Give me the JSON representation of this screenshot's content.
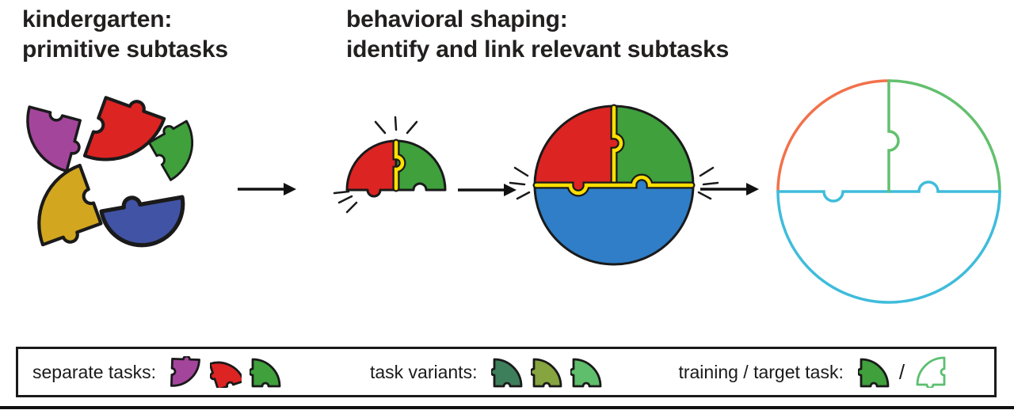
{
  "figure": {
    "heading_left_line1": "kindergarten:",
    "heading_left_line2": "primitive subtasks",
    "heading_right_line1": "behavioral shaping:",
    "heading_right_line2": "identify and link relevant subtasks"
  },
  "legend": {
    "separate_tasks_label": "separate tasks:",
    "task_variants_label": "task variants:",
    "training_target_label": "training / target task:",
    "separator": "/"
  },
  "colors": {
    "purple": "#A4459C",
    "red": "#DC2423",
    "green": "#3FA03C",
    "yellow": "#D2A71F",
    "indigo_blue": "#4153A4",
    "circle_blue": "#2F7EC7",
    "seam_yellow": "#FFE000",
    "outline_orange": "#F2714B",
    "outline_green": "#63C06E",
    "outline_cyan": "#3FBCDB",
    "variant_dark_green": "#3E7F5B",
    "variant_olive": "#86A440",
    "variant_light_green": "#5FBE6B",
    "target_outline_green": "#5CBF6F"
  }
}
